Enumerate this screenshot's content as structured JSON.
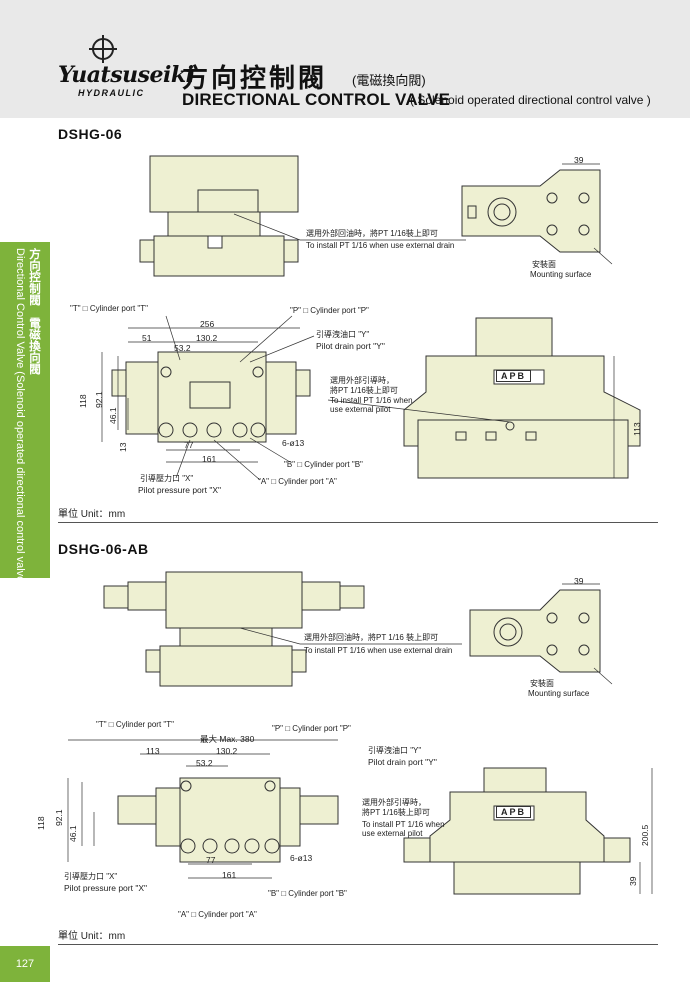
{
  "header": {
    "brand": "Yuatsuseiki",
    "brand_sub": "HYDRAULIC",
    "title_cn": "方向控制閥",
    "title_cn_sub": "(電磁換向閥)",
    "title_en": "DIRECTIONAL CONTROL VALVE",
    "title_en_sub": "( Solenoid operated directional control valve )"
  },
  "side_tab": {
    "cn": "方向控制閥　電磁換向閥",
    "en": "Directional Control Valve (Solenoid operated directional control valve)"
  },
  "page_number": "127",
  "sections": [
    {
      "title": "DSHG-06",
      "labels": {
        "drain_cn": "選用外部回油時，將PT 1/16裝上即可",
        "drain_en": "To install PT 1/16 when use external drain",
        "mount_cn": "安裝面",
        "mount_en": "Mounting surface",
        "port_t": "\"T\" □ Cylinder port \"T\"",
        "port_p": "\"P\" □ Cylinder port \"P\"",
        "pilot_drain_cn": "引導洩油口 \"Y\"",
        "pilot_drain_en": "Pilot drain port \"Y\"",
        "ext_pilot_cn1": "選用外部引導時，",
        "ext_pilot_cn2": "將PT 1/16裝上即可",
        "ext_pilot_en1": "To install PT 1/16 when",
        "ext_pilot_en2": "use external pilot",
        "port_b": "\"B\" □ Cylinder port \"B\"",
        "port_a": "\"A\" □ Cylinder port \"A\"",
        "pilot_press_cn": "引導壓力口 \"X\"",
        "pilot_press_en": "Pilot pressure port \"X\"",
        "holes": "6-ø13",
        "apb": "APB"
      },
      "dims": {
        "top_39": "39",
        "w256": "256",
        "w51": "51",
        "w130": "130.2",
        "w53": "53.2",
        "h118": "118",
        "h92": "92.1",
        "h46": "46.1",
        "h13": "13",
        "w77": "77",
        "w161": "161",
        "h113": "113"
      },
      "unit": "單位 Unit：mm"
    },
    {
      "title": "DSHG-06-AB",
      "labels": {
        "drain_cn": "選用外部回油時，將PT 1/16 裝上即可",
        "drain_en": "To install PT 1/16 when use external drain",
        "mount_cn": "安裝面",
        "mount_en": "Mounting surface",
        "port_t": "\"T\" □ Cylinder port \"T\"",
        "port_p": "\"P\" □ Cylinder port \"P\"",
        "max": "最大 Max. 380",
        "pilot_drain_cn": "引導洩油口 \"Y\"",
        "pilot_drain_en": "Pilot drain port \"Y\"",
        "ext_pilot_cn1": "選用外部引導時，",
        "ext_pilot_cn2": "將PT 1/16裝上即可",
        "ext_pilot_en1": "To install PT 1/16 when",
        "ext_pilot_en2": "use external pilot",
        "pilot_press_cn": "引導壓力口 \"X\"",
        "pilot_press_en": "Pilot pressure port \"X\"",
        "holes": "6-ø13",
        "port_b": "\"B\" □ Cylinder port \"B\"",
        "port_a": "\"A\" □ Cylinder port \"A\"",
        "apb": "APB"
      },
      "dims": {
        "top_39": "39",
        "w113": "113",
        "w130": "130.2",
        "w53": "53.2",
        "h118": "118",
        "h92": "92.1",
        "h46": "46.1",
        "w77": "77",
        "w161": "161",
        "h200": "200.5",
        "h39": "39"
      },
      "unit": "單位 Unit：mm"
    }
  ],
  "colors": {
    "accent_green": "#7eb33b",
    "drawing_fill": "#eef0d2",
    "header_bg": "#e9e9e9"
  }
}
